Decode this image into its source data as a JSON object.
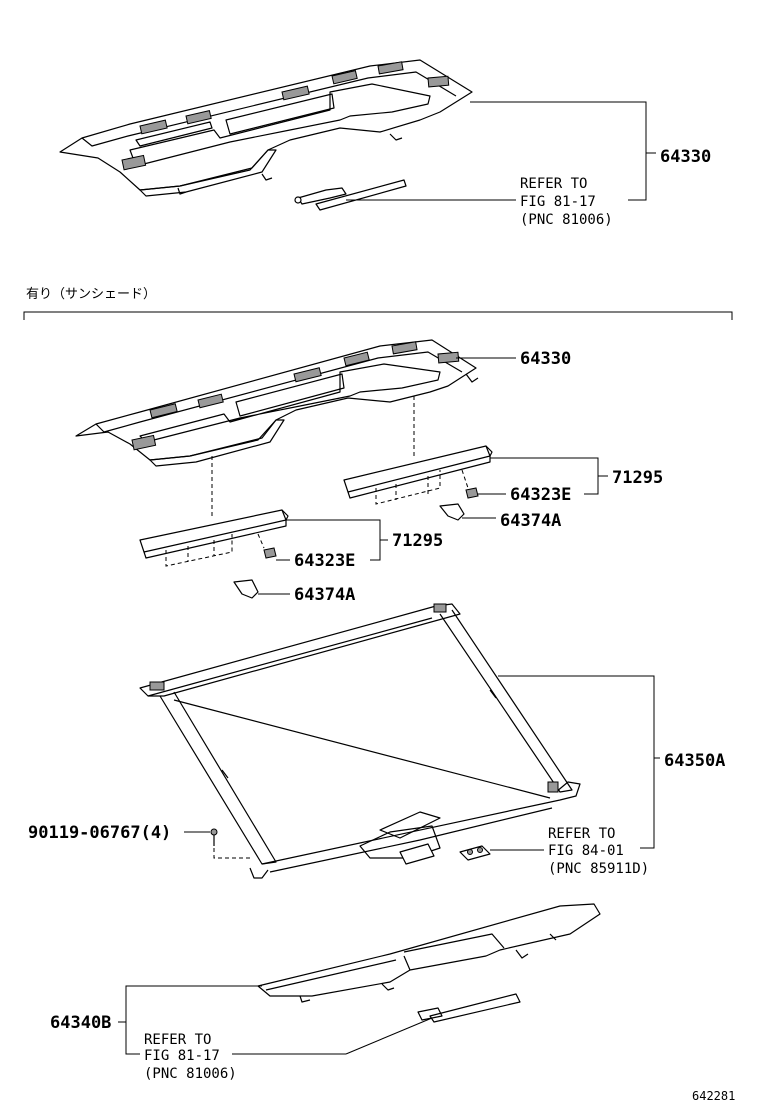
{
  "section_note": "有り（サンシェード）",
  "figure_number": "642281",
  "labels": {
    "top_package_tray": "64330",
    "mid_package_tray": "64330",
    "trim_upper_right": "71295",
    "trim_lower_left": "71295",
    "clip_e_right": "64323E",
    "clip_e_left": "64323E",
    "clip_a_right": "64374A",
    "clip_a_left": "64374A",
    "sunshade_assy": "64350A",
    "screw": "90119-06767(4)",
    "lower_trim": "64340B"
  },
  "refs": {
    "top": {
      "line1": "REFER TO",
      "line2": "FIG 81-17",
      "line3": "(PNC 81006)"
    },
    "sunshade": {
      "line1": "REFER TO",
      "line2": "FIG 84-01",
      "line3": "(PNC 85911D)"
    },
    "bottom": {
      "line1": "REFER TO",
      "line2": "FIG 81-17",
      "line3": "(PNC 81006)"
    }
  }
}
